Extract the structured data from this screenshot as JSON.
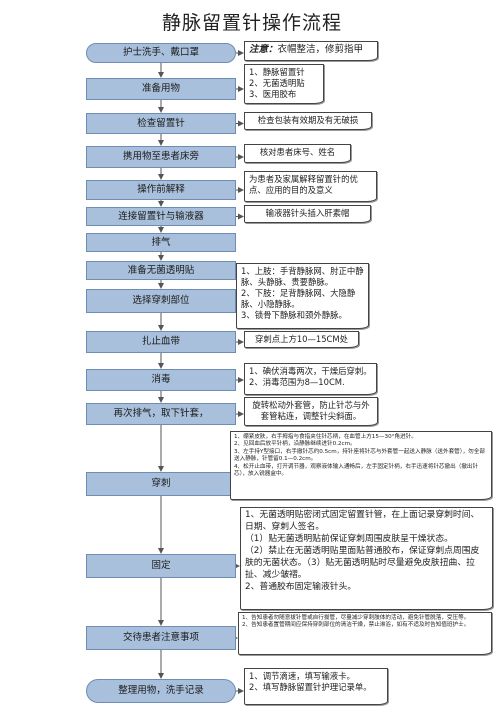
{
  "title": "静脉留置针操作流程",
  "colors": {
    "step_fill": "#a9c0dc",
    "step_border": "#6e8db5",
    "arrow": "#555555"
  },
  "steps": [
    "护士洗手、戴口罩",
    "准备用物",
    "检查留置针",
    "携用物至患者床旁",
    "操作前解释",
    "连接留置针与输液器",
    "排气",
    "准备无菌透明贴",
    "选择穿刺部位",
    "扎止血带",
    "消毒",
    "再次排气，取下针套，",
    "穿刺",
    "固定",
    "交待患者注意事项",
    "整理用物，洗手记录"
  ],
  "notes": {
    "n1": {
      "label": "注意：",
      "text": "衣帽整洁，修剪指甲"
    },
    "n2": [
      "1、静脉留置针",
      "2、无菌透明贴",
      "3、医用胶布"
    ],
    "n3": "检查包装有效期及有无破损",
    "n4": "核对患者床号、姓名",
    "n5": "为患者及家属解释留置针的优点、应用的目的及意义",
    "n6": "输液器针头插入肝素帽",
    "n7": [
      "1、上肢：手背静脉网、肘正中静脉、头静脉、贵要静脉。",
      "2、下肢：足背静脉网、大隐静脉、小隐静脉。",
      "3、锁骨下静脉和颈外静脉。"
    ],
    "n8": "穿刺点上方10—15CM处",
    "n9": [
      "1、碘伏消毒两次，干燥后穿刺。",
      "2、消毒范围为8—10CM."
    ],
    "n10": "旋转松动外套管，防止针芯与外套管粘连，调整针尖斜面。",
    "n11": [
      "1、绷紧皮肤，右手拇指与食指夹住针芯柄，在血管上方15—30°角进针。",
      "2、见回血后放平针柄，沿静脉继续进针0.2cm。",
      "3、左手持Y型接口，右手撤针芯约0.5cm，持针座将针芯与外套管一起送入静脉（送外套管），勿全部送入静脉，针管留0.1—0.2cm。",
      "4、松开止血带，打开调节器，观察液体输入通畅后，左手固定针柄，右手迅速将针芯撤出（撤出针芯），放入锐器盒中。"
    ],
    "n12": [
      "1、无菌透明贴密闭式固定留置针管，在上面记录穿刺时间、日期、穿刺人签名。",
      "（1）贴无菌透明贴前保证穿刺周围皮肤呈干燥状态。",
      "（2）禁止在无菌透明贴里面贴普通胶布，保证穿刺点周围皮肤的无菌状态。（3）贴无菌透明贴时尽量避免皮肤扭曲、拉扯、减少皱褶。",
      "2、普通胶布固定输液针头。"
    ],
    "n13": [
      "1、告知患者勿随意拔针管或自行拔管，尽量减少穿刺肢体的活动，避免针管脱落，受压等。",
      "2、告知患者置管期间应保持穿刺部位的清洁干燥，禁止淋浴，如有不适及时告知值班护士。"
    ],
    "n14": [
      "1、调节滴速，填写输液卡。",
      "2、填写静脉留置针护理记录单。"
    ]
  }
}
